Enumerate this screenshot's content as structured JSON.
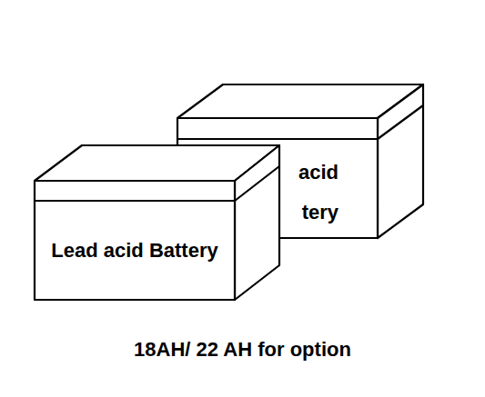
{
  "diagram": {
    "caption": "18AH/ 22 AH for option",
    "nodes": [
      {
        "text": [
          "acid tery"
        ]
      },
      {
        "text": [
          "Lead acid Battery"
        ]
      }
    ]
  }
}
